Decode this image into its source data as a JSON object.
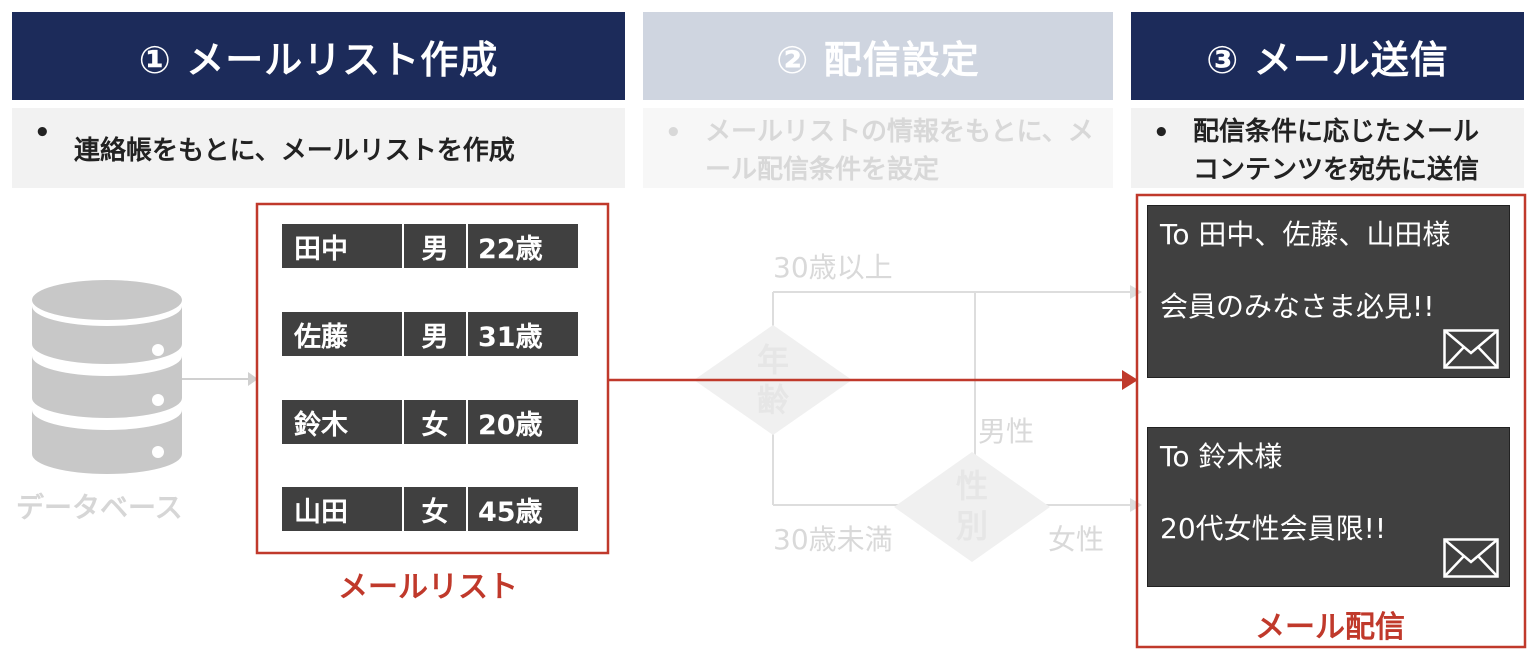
{
  "steps": [
    {
      "title": "① メールリスト作成",
      "desc_lines": [
        "連絡帳をもとに、メールリストを作成"
      ]
    },
    {
      "title": "② 配信設定",
      "desc_lines": [
        "メールリストの情報をもとに、メ",
        "ール配信条件を設定"
      ]
    },
    {
      "title": "③ メール送信",
      "desc_lines": [
        "配信条件に応じたメール",
        "コンテンツを宛先に送信"
      ]
    }
  ],
  "bullet": "•",
  "database_label": "データベース",
  "mail_list": {
    "label": "メールリスト",
    "rows": [
      {
        "name": "田中",
        "gender": "男",
        "age": "22歳"
      },
      {
        "name": "佐藤",
        "gender": "男",
        "age": "31歳"
      },
      {
        "name": "鈴木",
        "gender": "女",
        "age": "20歳"
      },
      {
        "name": "山田",
        "gender": "女",
        "age": "45歳"
      }
    ]
  },
  "conditions": {
    "age_node": [
      "年",
      "齢"
    ],
    "gender_node": [
      "性",
      "別"
    ],
    "age_over": "30歳以上",
    "age_under": "30歳未満",
    "male": "男性",
    "female": "女性"
  },
  "delivery": {
    "label": "メール配信",
    "mails": [
      {
        "to": "To  田中、佐藤、山田様",
        "body": "会員のみなさま必見!!"
      },
      {
        "to": "To  鈴木様",
        "body": "20代女性会員限!!"
      }
    ]
  },
  "colors": {
    "navy": "#1c2b5a",
    "red": "#c0392b",
    "dark_gray": "#404040"
  },
  "icons": [
    "database-icon",
    "envelope-icon"
  ]
}
